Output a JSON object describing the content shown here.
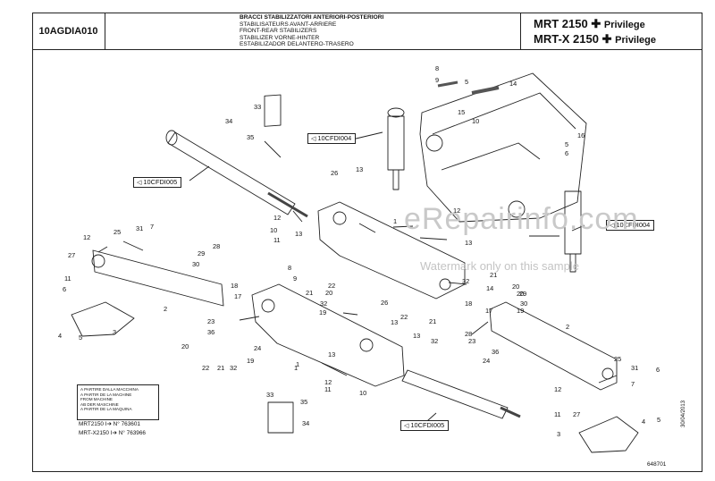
{
  "header": {
    "code": "10AGDIA010",
    "titles": [
      "BRACCI STABILIZZATORI ANTERIORI-POSTERIORI",
      "STABILISATEURS AVANT-ARRIERE",
      "FRONT-REAR STABILIZERS",
      "STABILIZER VORNE-HINTER",
      "ESTABILIZADOR DELANTERO-TRASERO"
    ],
    "model_line_1": "MRT 2150",
    "model_line_2": "MRT-X 2150",
    "privilege": "Privilege",
    "plus": "✚"
  },
  "refs": [
    "10CFDI004",
    "10CFDI005",
    "10CFDI004",
    "10CFDI005"
  ],
  "from_machine": [
    "A PARTIRE DALLA MACCHINA",
    "A PARTIR DE LA MACHINE",
    "FROM MACHINE",
    "AB DER MASCHINE",
    "A PARTIR DE LA MAQUINA"
  ],
  "serials": [
    {
      "model": "MRT2150",
      "arrow": "I➔",
      "number": "N° 763601"
    },
    {
      "model": "MRT-X2150",
      "arrow": "I➔",
      "number": "N° 763966"
    }
  ],
  "doc_id": "30/04/2013",
  "figure_number": "648701",
  "watermark": {
    "site": "eRepairinfo.com",
    "note": "Watermark only on this sample"
  },
  "callouts": [
    {
      "t": "8"
    },
    {
      "t": "9"
    },
    {
      "t": "5"
    },
    {
      "t": "14"
    },
    {
      "t": "15"
    },
    {
      "t": "10"
    },
    {
      "t": "16"
    },
    {
      "t": "5"
    },
    {
      "t": "6"
    },
    {
      "t": "33"
    },
    {
      "t": "34"
    },
    {
      "t": "35"
    },
    {
      "t": "26"
    },
    {
      "t": "13"
    },
    {
      "t": "1"
    },
    {
      "t": "12"
    },
    {
      "t": "10"
    },
    {
      "t": "11"
    },
    {
      "t": "13"
    },
    {
      "t": "31"
    },
    {
      "t": "7"
    },
    {
      "t": "25"
    },
    {
      "t": "12"
    },
    {
      "t": "27"
    },
    {
      "t": "29"
    },
    {
      "t": "28"
    },
    {
      "t": "30"
    },
    {
      "t": "8"
    },
    {
      "t": "9"
    },
    {
      "t": "22"
    },
    {
      "t": "21"
    },
    {
      "t": "20"
    },
    {
      "t": "32"
    },
    {
      "t": "19"
    },
    {
      "t": "18"
    },
    {
      "t": "17"
    },
    {
      "t": "11"
    },
    {
      "t": "6"
    },
    {
      "t": "3"
    },
    {
      "t": "4"
    },
    {
      "t": "5"
    },
    {
      "t": "2"
    },
    {
      "t": "23"
    },
    {
      "t": "36"
    },
    {
      "t": "24"
    },
    {
      "t": "20"
    },
    {
      "t": "22"
    },
    {
      "t": "21"
    },
    {
      "t": "32"
    },
    {
      "t": "19"
    },
    {
      "t": "13"
    },
    {
      "t": "1"
    },
    {
      "t": "13"
    },
    {
      "t": "26"
    },
    {
      "t": "22"
    },
    {
      "t": "13"
    },
    {
      "t": "21"
    },
    {
      "t": "32"
    },
    {
      "t": "18"
    },
    {
      "t": "14"
    },
    {
      "t": "12"
    },
    {
      "t": "13"
    },
    {
      "t": "32"
    },
    {
      "t": "21"
    },
    {
      "t": "20"
    },
    {
      "t": "19"
    },
    {
      "t": "17"
    },
    {
      "t": "20"
    },
    {
      "t": "29"
    },
    {
      "t": "30"
    },
    {
      "t": "28"
    },
    {
      "t": "23"
    },
    {
      "t": "36"
    },
    {
      "t": "24"
    },
    {
      "t": "2"
    },
    {
      "t": "25"
    },
    {
      "t": "31"
    },
    {
      "t": "6"
    },
    {
      "t": "7"
    },
    {
      "t": "1"
    },
    {
      "t": "12"
    },
    {
      "t": "11"
    },
    {
      "t": "10"
    },
    {
      "t": "33"
    },
    {
      "t": "35"
    },
    {
      "t": "34"
    },
    {
      "t": "12"
    },
    {
      "t": "11"
    },
    {
      "t": "27"
    },
    {
      "t": "4"
    },
    {
      "t": "5"
    },
    {
      "t": "3"
    }
  ]
}
